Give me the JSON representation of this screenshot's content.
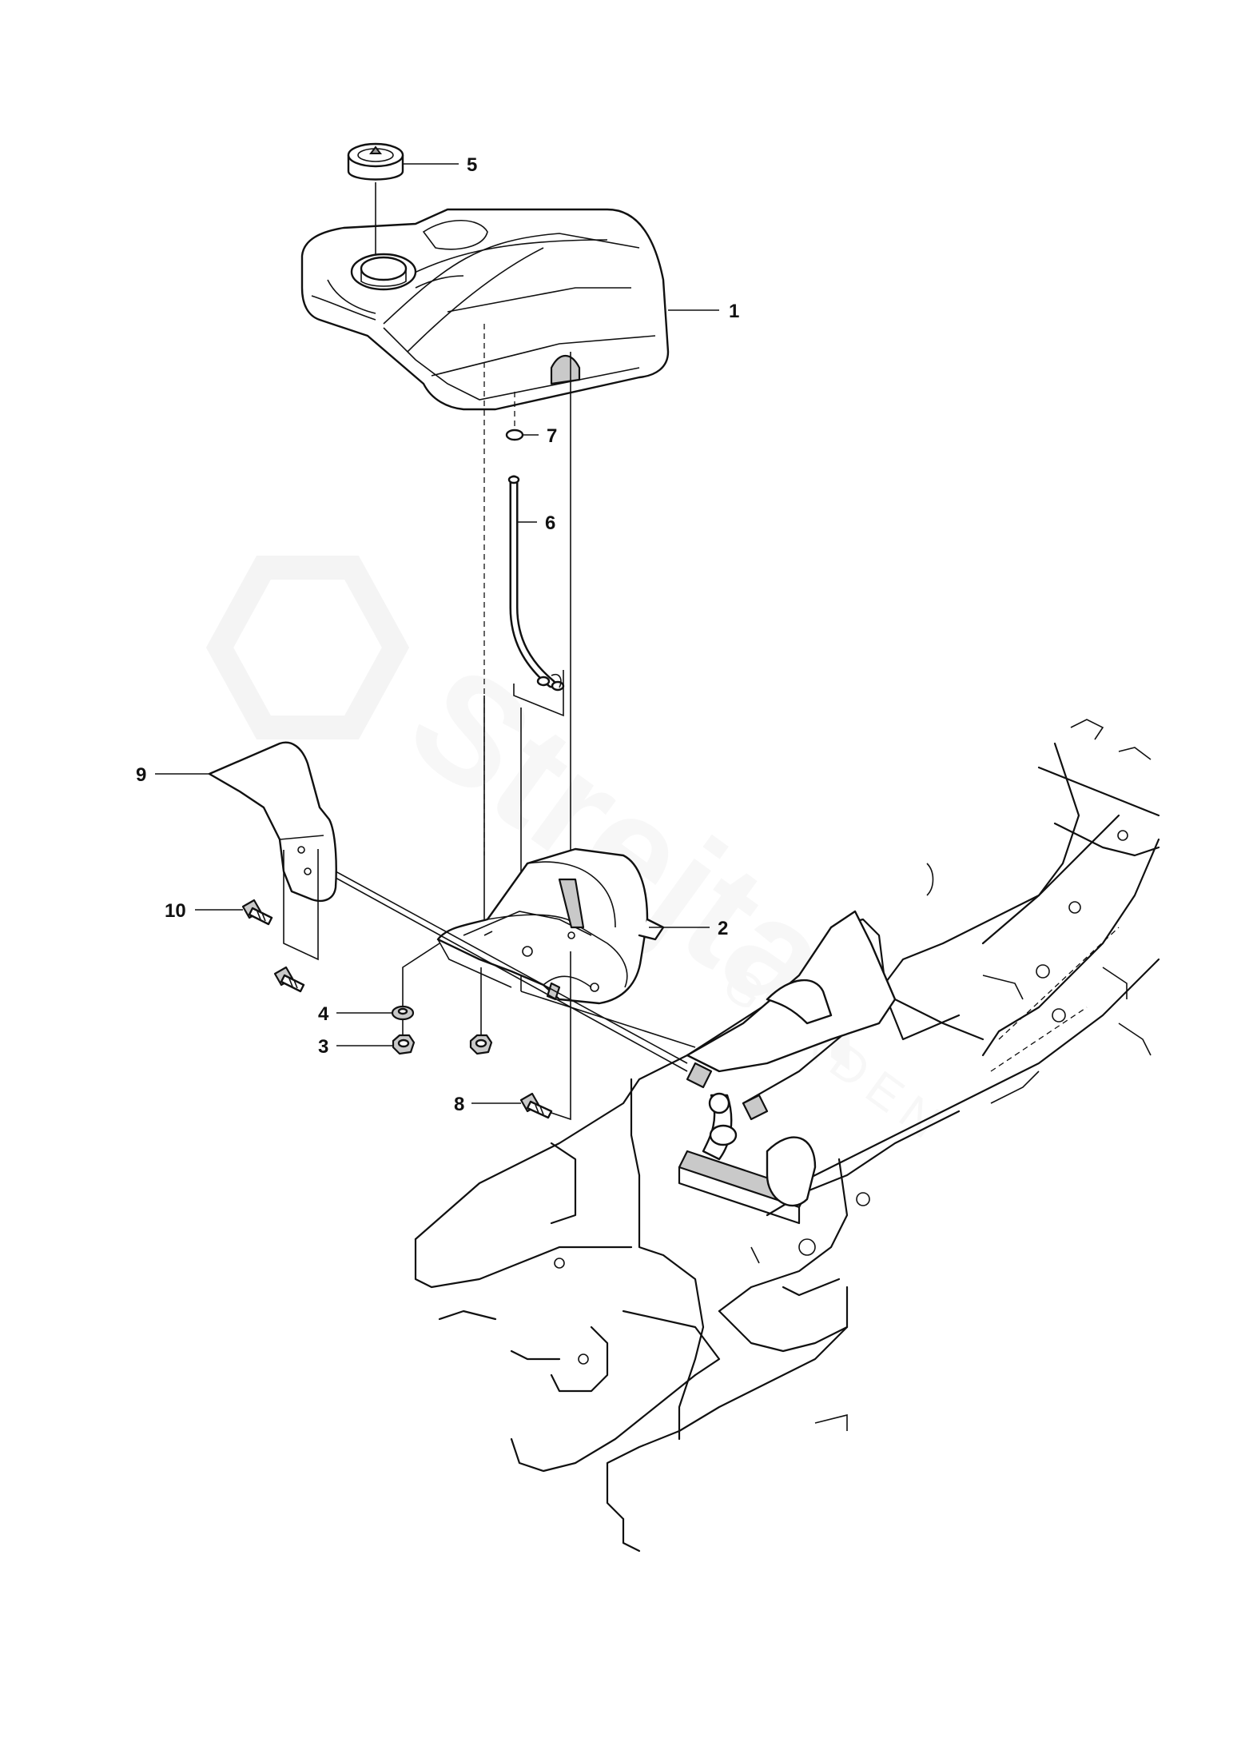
{
  "callouts": [
    {
      "id": "1",
      "label": "1"
    },
    {
      "id": "2",
      "label": "2"
    },
    {
      "id": "3",
      "label": "3"
    },
    {
      "id": "4",
      "label": "4"
    },
    {
      "id": "5",
      "label": "5"
    },
    {
      "id": "6",
      "label": "6"
    },
    {
      "id": "7",
      "label": "7"
    },
    {
      "id": "8",
      "label": "8"
    },
    {
      "id": "9",
      "label": "9"
    },
    {
      "id": "10",
      "label": "10"
    }
  ],
  "watermark": {
    "brand": "Strejtax",
    "tagline": "GARDEN",
    "icon": "leaf-hexagon-logo-icon"
  },
  "colors": {
    "line": "#111111",
    "shade": "#c9c9c9",
    "watermark": "#f0f0f0"
  }
}
